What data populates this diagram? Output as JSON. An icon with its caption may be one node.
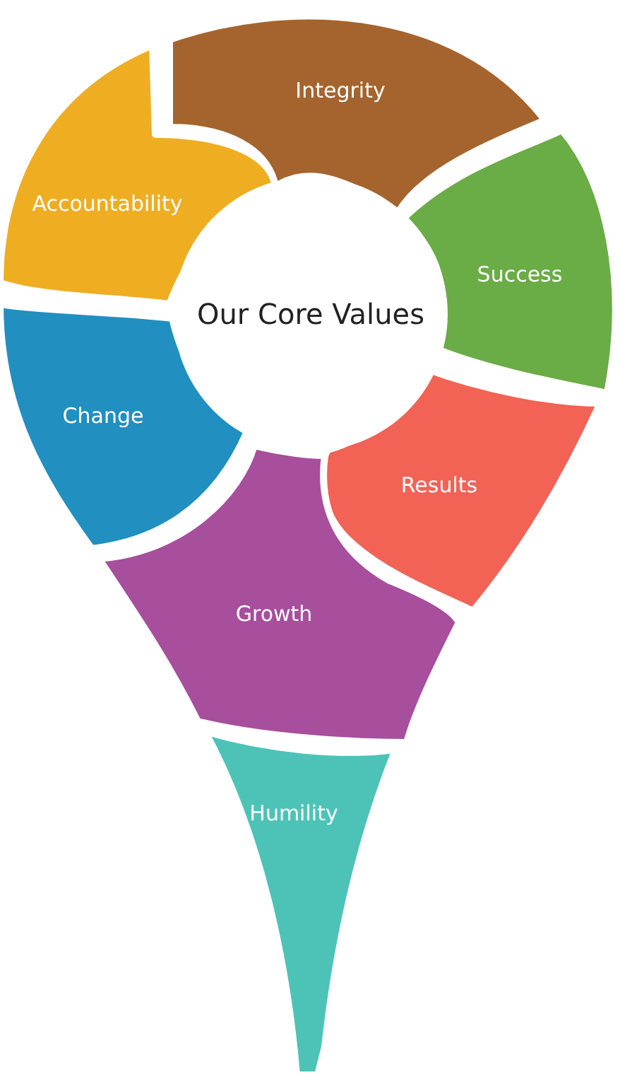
{
  "diagram": {
    "nodes": [
      {
        "text": [
          "Integrity"
        ]
      },
      {
        "text": [
          "Accountability"
        ]
      },
      {
        "text": [
          "Success"
        ]
      },
      {
        "text": [
          "Our Core Values"
        ]
      },
      {
        "text": [
          "Change"
        ]
      },
      {
        "text": [
          "Results"
        ]
      },
      {
        "text": [
          "Growth"
        ]
      },
      {
        "text": [
          "Humility"
        ]
      }
    ]
  }
}
